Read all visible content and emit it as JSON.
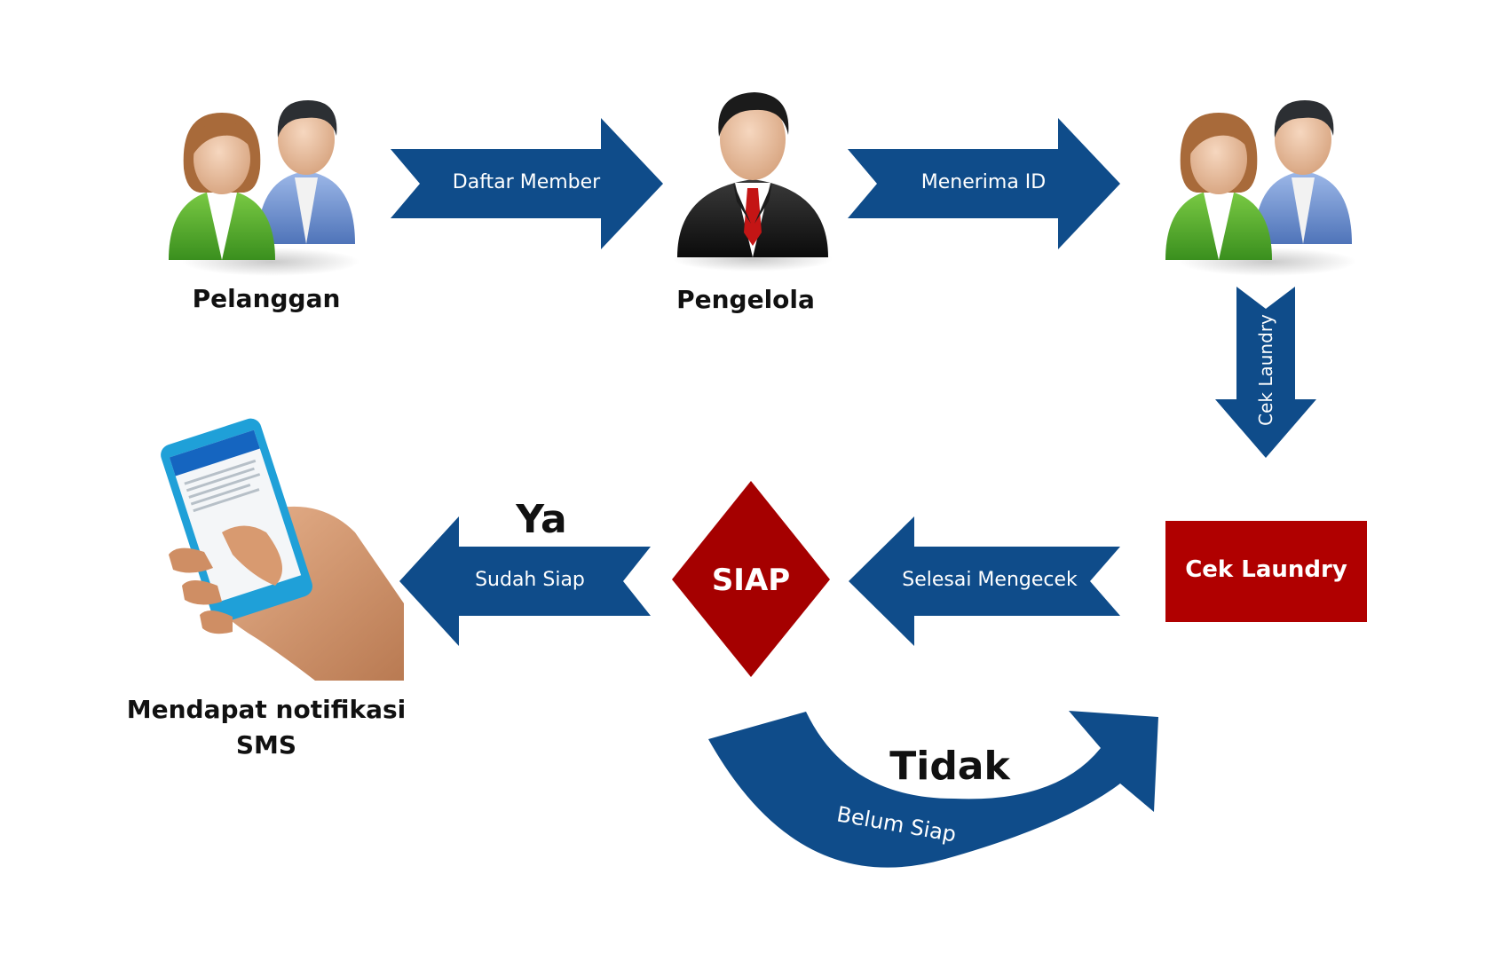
{
  "nodes": {
    "pelanggan": "Pelanggan",
    "pengelola": "Pengelola",
    "notifikasi_line1": "Mendapat notifikasi",
    "notifikasi_line2": "SMS",
    "cek_box": "Cek Laundry",
    "decision": "SIAP"
  },
  "arrows": {
    "daftar": "Daftar Member",
    "menerima": "Menerima ID",
    "cek_down": "Cek Laundry",
    "selesai": "Selesai Mengecek",
    "sudah": "Sudah Siap",
    "belum": "Belum Siap"
  },
  "branches": {
    "yes": "Ya",
    "no": "Tidak"
  },
  "colors": {
    "arrow": "#0f4c8a",
    "box": "#b00000",
    "diamond": "#a50000",
    "green_user": "#4fae2e",
    "blue_user": "#6b8fd0",
    "phone": "#1fa0d8"
  },
  "icons": {
    "customers_left": "users-pair-icon",
    "manager": "businessman-icon",
    "customers_right": "users-pair-icon",
    "phone": "phone-in-hand-icon"
  }
}
